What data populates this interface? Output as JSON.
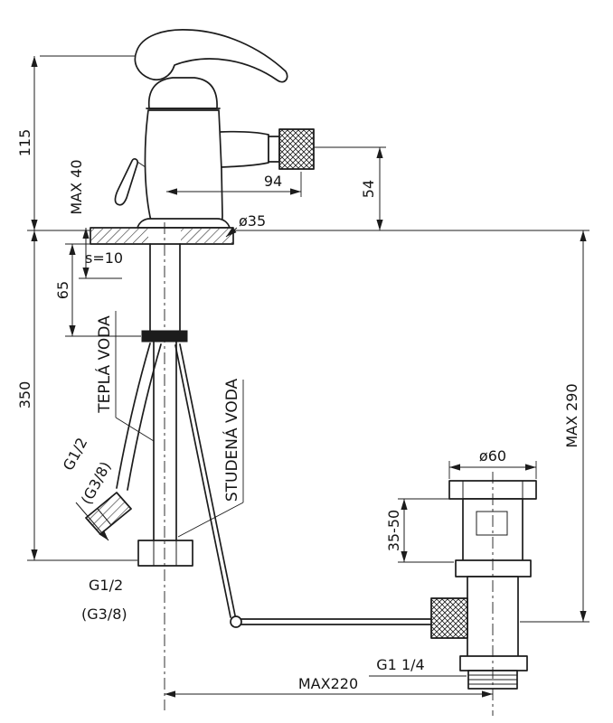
{
  "drawing": {
    "subject": "bidet-mixer-with-pop-up-waste-dimensional-drawing",
    "background": "#ffffff",
    "line_color": "#1c1c1c",
    "dims": {
      "d115": "115",
      "max40": "MAX 40",
      "d94": "94",
      "d54": "54",
      "dia35": "ø35",
      "s10": "s=10",
      "d65": "65",
      "d350": "350",
      "max290": "MAX 290",
      "dia60": "ø60",
      "range3550": "35-50",
      "max220": "MAX220"
    },
    "labels": {
      "hot": "TEPLÁ VODA",
      "cold": "STUDENÁ VODA",
      "hose_thread": "G1/2",
      "hose_thread_alt": "(G3/8)",
      "supply_thread": "G1/2",
      "supply_thread_alt": "(G3/8)",
      "waste_thread": "G1 1/4"
    }
  }
}
